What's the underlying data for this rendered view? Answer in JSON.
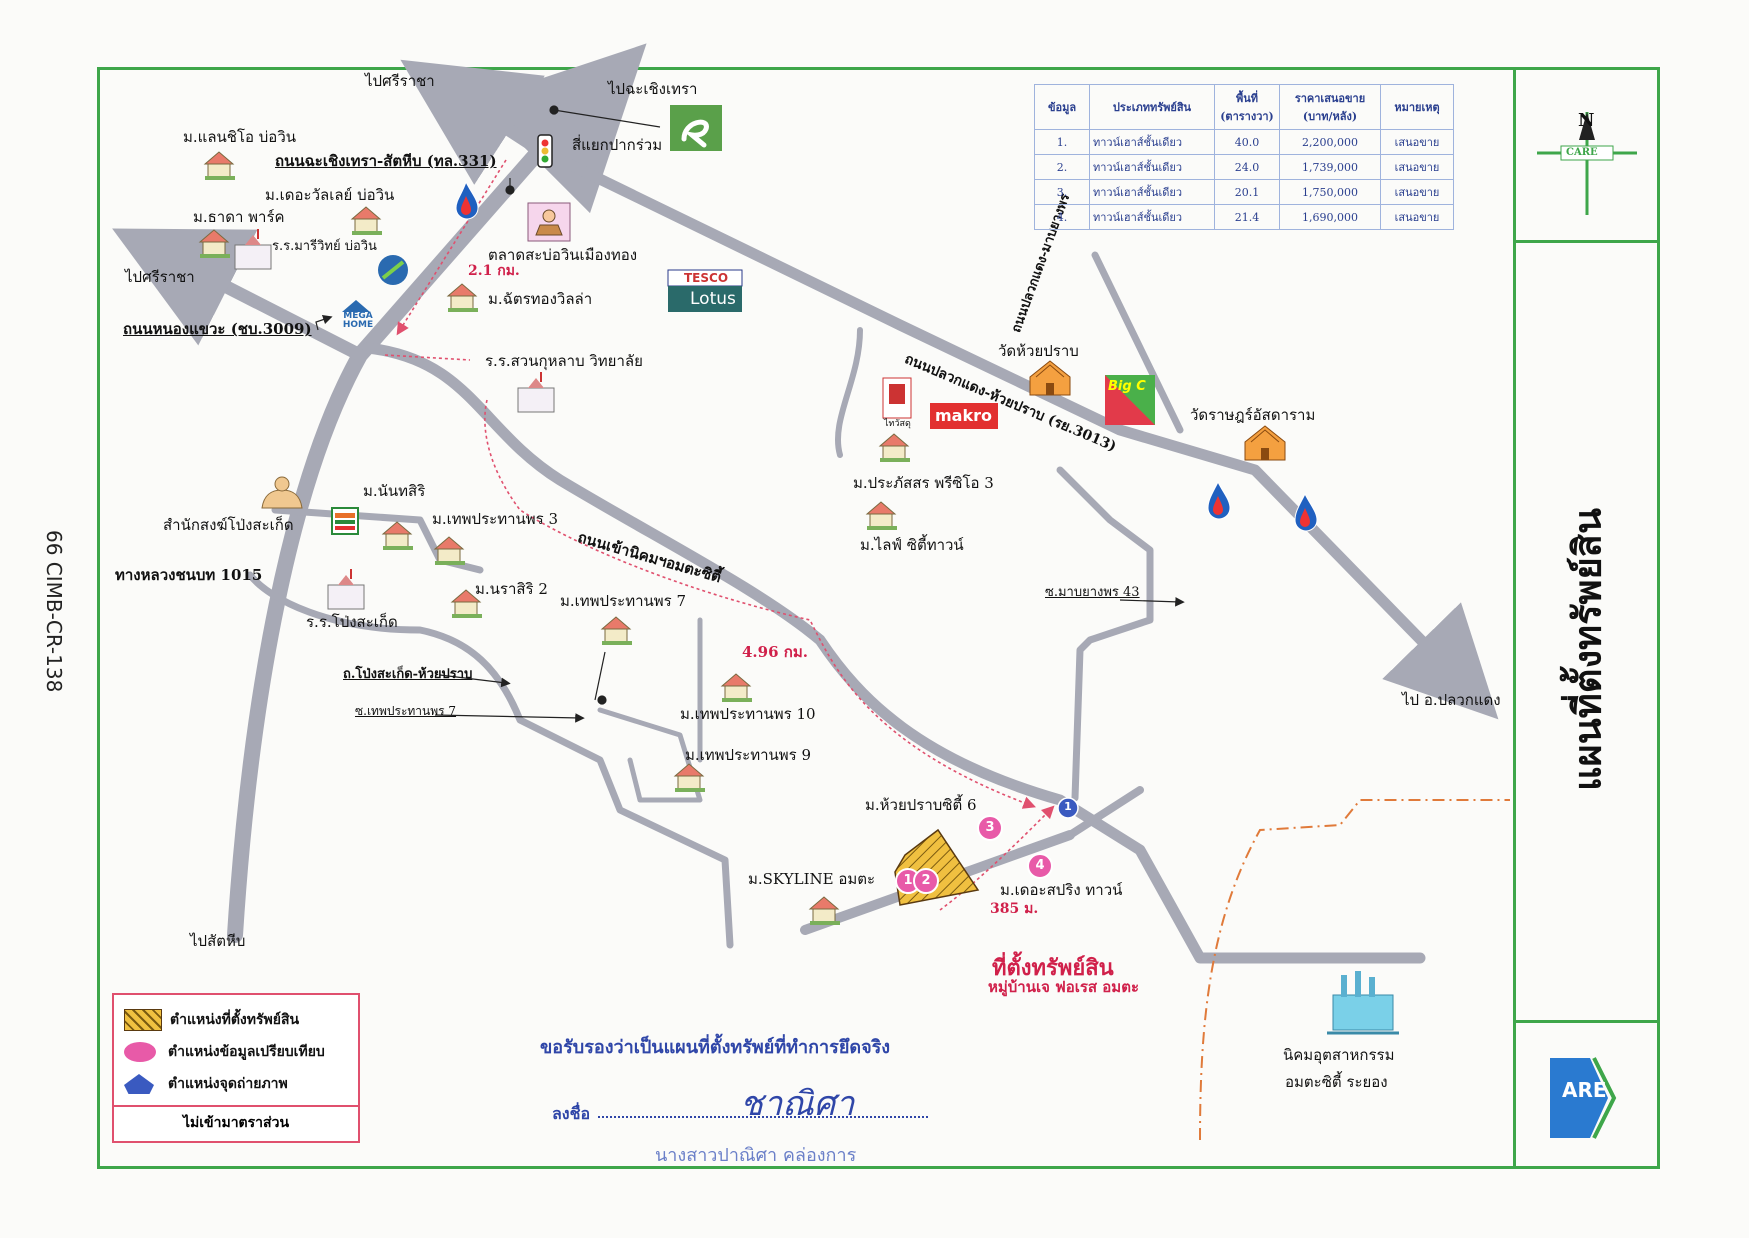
{
  "side_code": "66 CIMB-CR-138",
  "title": "แผนที่ตั้งทรัพย์สิน",
  "compass": {
    "letter": "N",
    "badge": "CARE"
  },
  "logo_text": "ARE",
  "colors": {
    "frame": "#3ea64a",
    "road": "#a7a9b5",
    "route": "#e0506e",
    "accent": "#d0204a",
    "ink_blue": "#2f46a8"
  },
  "price_table": {
    "headers": [
      "ข้อมูล",
      "ประเภททรัพย์สิน",
      "พื้นที่ (ตารางวา)",
      "ราคาเสนอขาย (บาท/หลัง)",
      "หมายเหตุ"
    ],
    "rows": [
      [
        "1.",
        "ทาวน์เฮาส์ชั้นเดียว",
        "40.0",
        "2,200,000",
        "เสนอขาย"
      ],
      [
        "2.",
        "ทาวน์เฮาส์ชั้นเดียว",
        "24.0",
        "1,739,000",
        "เสนอขาย"
      ],
      [
        "3.",
        "ทาวน์เฮาส์ชั้นเดียว",
        "20.1",
        "1,750,000",
        "เสนอขาย"
      ],
      [
        "4.",
        "ทาวน์เฮาส์ชั้นเดียว",
        "21.4",
        "1,690,000",
        "เสนอขาย"
      ]
    ]
  },
  "labels": {
    "to_sriracha_top": "ไปศรีราชา",
    "to_chachoengsao": "ไปฉะเชิงเทรา",
    "junction": "สี่แยกปากร่วม",
    "road_331": "ถนนฉะเชิงเทรา-สัตหีบ (ทล.331)",
    "land_chio": "ม.แลนชิโอ บ่อวิน",
    "the_valley": "ม.เดอะวัลเลย์ บ่อวิน",
    "thada_park": "ม.ธาดา พาร์ค",
    "school_mari": "ร.ร.มารีวิทย์ บ่อวิน",
    "to_sriracha_left": "ไปศรีราชา",
    "market": "ตลาดสะบ่อวินเมืองทอง",
    "dist_21": "2.1 กม.",
    "chattong": "ม.ฉัตรทองวิลล่า",
    "mega_home": "MEGA HOME",
    "tesco": "TESCO",
    "lotus": "Lotus",
    "road_3009": "ถนนหนองแขวะ (ชบ.3009)",
    "school_suan": "ร.ร.สวนกุหลาบ วิทยาลัย",
    "road_vertical": "ถนนปลวกแดง-มาบยางพร",
    "wat_huaiprap": "วัดห้วยปราบ",
    "big_c": "Big C",
    "road_3013": "ถนนปลวกแดง-ห้วยปราบ (รย.3013)",
    "thai_watsadu": "ไทวัสดุ",
    "makro": "makro",
    "wat_rat": "วัดราษฎร์อัสดาราม",
    "prapasara": "ม.ประภัสสร พรีซิโอ 3",
    "life_city": "ม.ไลฟ์ ซิตี้ทาวน์",
    "nanthasiri": "ม.นันทสิริ",
    "samnak": "สำนักสงฆ์โป่งสะเก็ด",
    "theppratan3": "ม.เทพประทานพร 3",
    "road_1015": "ทางหลวงชนบท 1015",
    "road_amata": "ถนนเข้านิคมฯอมตะซิตี้",
    "narasiri2": "ม.นราสิริ 2",
    "theppratan7": "ม.เทพประทานพร 7",
    "school_pong": "ร.ร.โป่งสะเก็ด",
    "soi_maptang": "ซ.มาบยางพร 43",
    "dist_496": "4.96 กม.",
    "road_pong": "ถ.โป่งสะเก็ด-ห้วยปราบ",
    "soi_theppratan7": "ซ.เทพประทานพร 7",
    "theppratan10": "ม.เทพประทานพร 10",
    "to_pluakdaeng": "ไป อ.ปลวกแดง",
    "theppratan9": "ม.เทพประทานพร 9",
    "huaiprap_city6": "ม.ห้วยปราบซิตี้ 6",
    "skyline": "ม.SKYLINE อมตะ",
    "the_spring": "ม.เดอะสปริง ทาวน์",
    "dist_385": "385 ม.",
    "to_sattahip": "ไปสัตหีบ",
    "site_title": "ที่ตั้งทรัพย์สิน",
    "site_sub": "หมู่บ้านเจ ฟอเรส อมตะ",
    "industrial_1": "นิคมอุตสาหกรรม",
    "industrial_2": "อมตะซิตี้ ระยอง"
  },
  "markers": [
    "1",
    "2",
    "3",
    "4"
  ],
  "photo_point": "1",
  "legend": {
    "items": [
      "ตำแหน่งที่ตั้งทรัพย์สิน",
      "ตำแหน่งข้อมูลเปรียบเทียบ",
      "ตำแหน่งจุดถ่ายภาพ"
    ],
    "note": "ไม่เข้ามาตราส่วน"
  },
  "certify_text": "ขอรับรองว่าเป็นแผนที่ตั้งทรัพย์ที่ทำการยึดจริง",
  "sign_label": "ลงชื่อ",
  "signature": "ชาณิศา",
  "signer_name": "นางสาวปาณิศา   คล่องการ"
}
